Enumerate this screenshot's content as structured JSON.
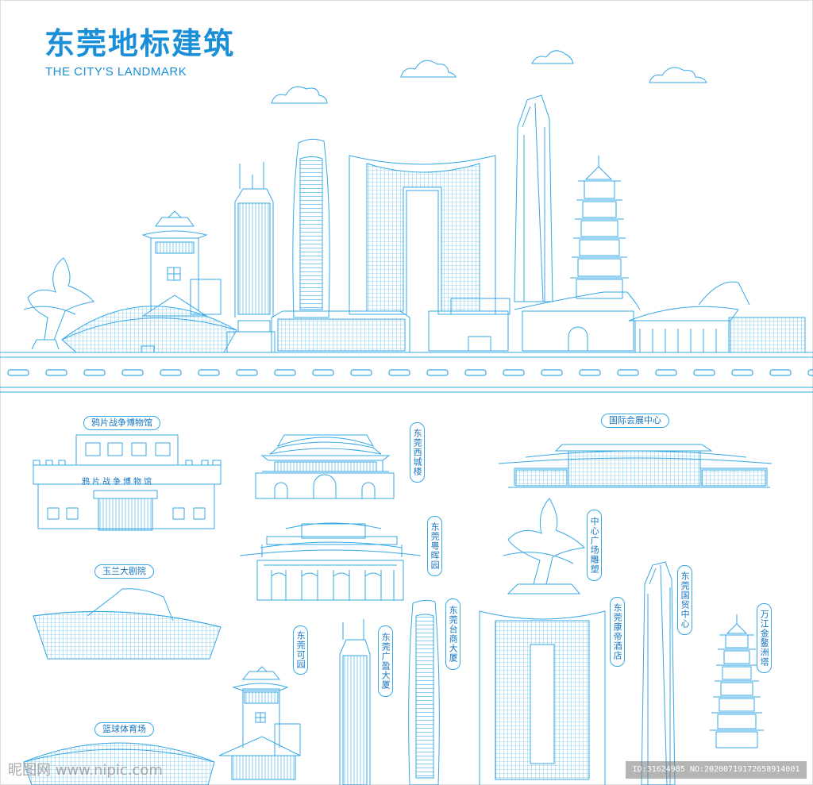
{
  "title": {
    "zh": "东莞地标建筑",
    "en": "THE CITY'S LANDMARK"
  },
  "labels": {
    "opium_war_museum": "鸦片战争博物馆",
    "yulan_theater": "玉兰大剧院",
    "basketball_center": "篮球体育场",
    "west_gate": "东莞西城楼",
    "yuehui_garden": "东莞粤晖园",
    "keyuan": "东莞可园",
    "guangying": "东莞广盈大厦",
    "taishang": "东莞台商大厦",
    "kangdi": "东莞康帝酒店",
    "guomao": "东莞国贸中心",
    "expo_center": "国际会展中心",
    "central_sculpture": "中心广场雕塑",
    "wanjiang_pagoda": "万江金鳌洲塔"
  },
  "signs": {
    "museum_plaque": "鸦片战争博物馆"
  },
  "watermark": {
    "left": "昵图网 www.nipic.com",
    "right": "ID:31624985 NO:20200719172658914001"
  },
  "colors": {
    "line": "#35a8e6",
    "title": "#1a8fd8",
    "label_text": "#1675c0"
  }
}
